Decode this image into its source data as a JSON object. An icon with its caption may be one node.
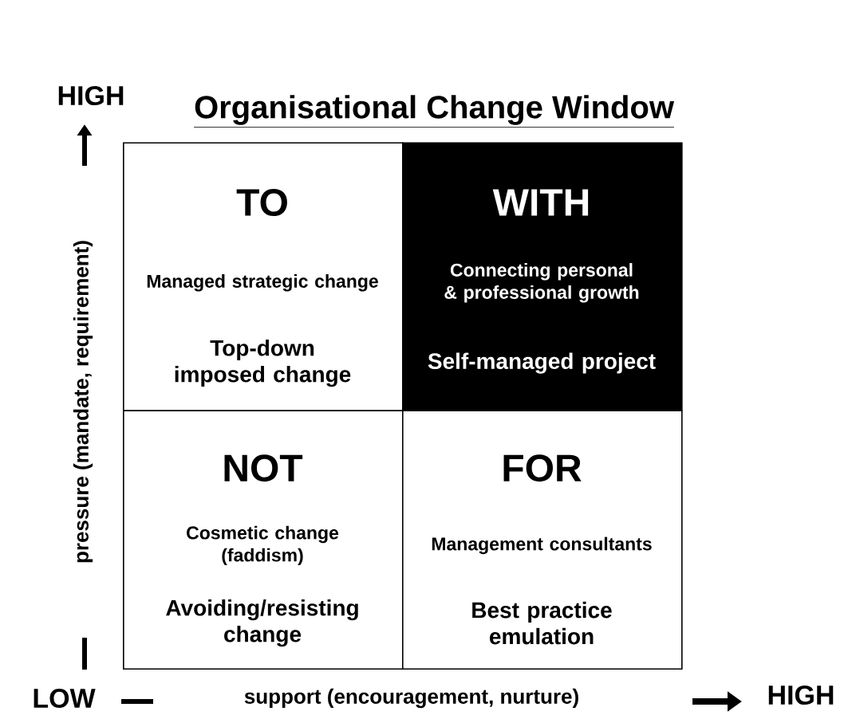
{
  "diagram": {
    "title": "Organisational Change Window",
    "nodes": [
      {
        "text": [
          "TO",
          "Managed strategic change",
          "Top-down imposed change"
        ]
      },
      {
        "text": [
          "WITH",
          "Connecting personal & professional growth",
          "Self-managed project"
        ]
      },
      {
        "text": [
          "NOT",
          "Cosmetic change (faddism)",
          "Avoiding/resisting change"
        ]
      },
      {
        "text": [
          "FOR",
          "Management consultants",
          "Best practice emulation"
        ]
      }
    ],
    "labels": [
      "HIGH",
      "pressure (mandate, requirement)",
      "LOW",
      "support (encouragement, nurture)",
      "HIGH"
    ]
  }
}
